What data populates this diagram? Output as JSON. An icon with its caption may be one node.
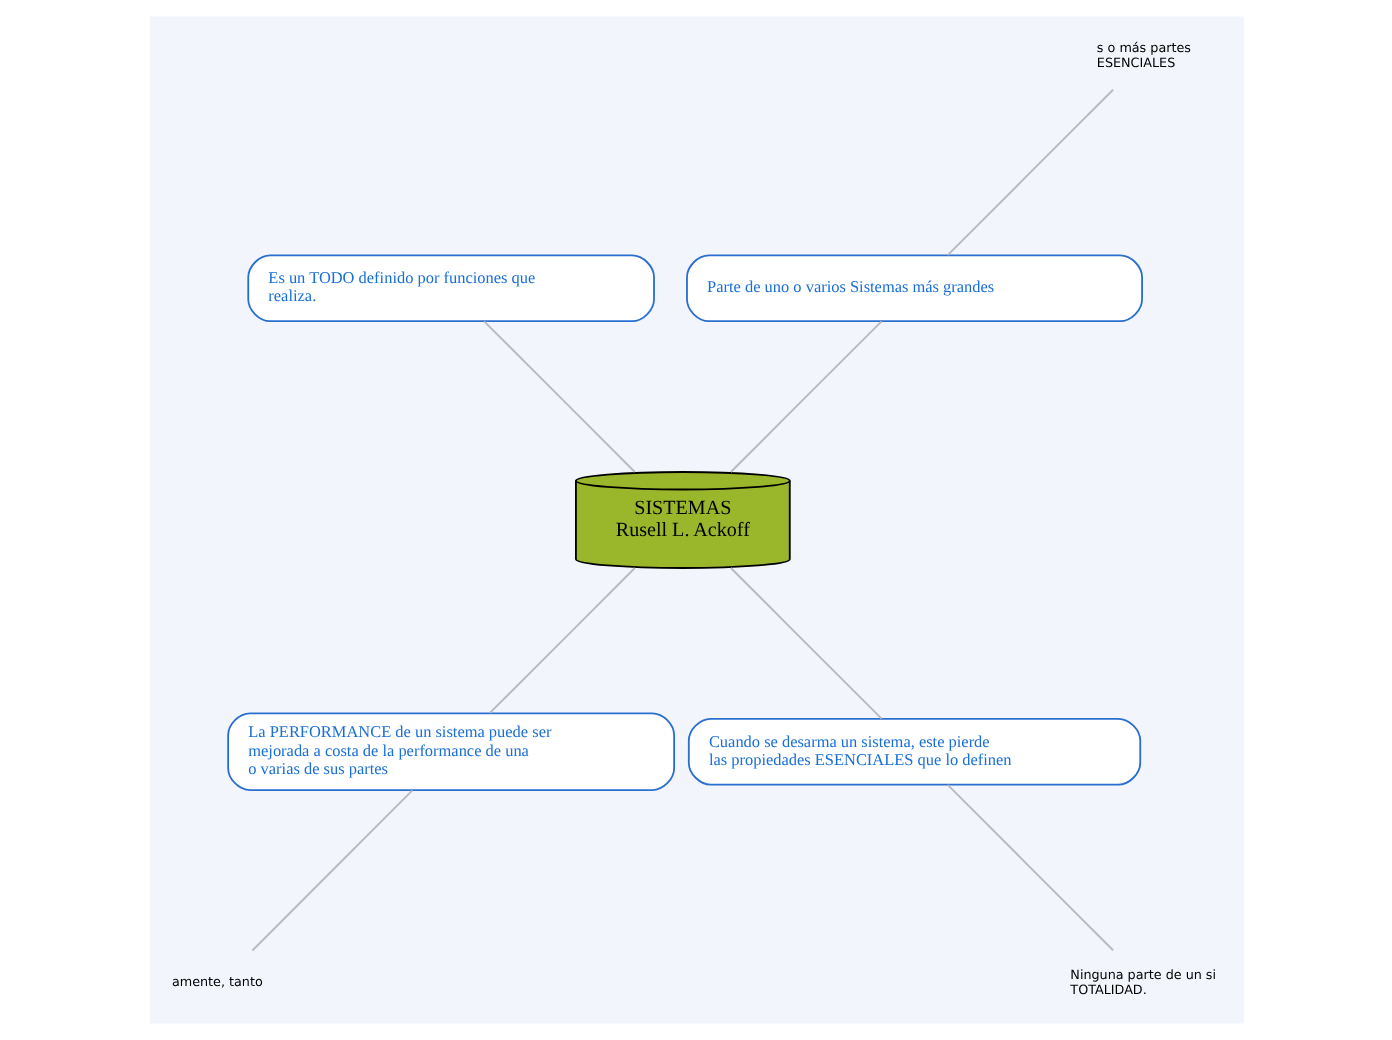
{
  "diagram": {
    "nodes": [
      {
        "text": [
          "SISTEMAS",
          "Rusell L. Ackoff"
        ]
      },
      {
        "text": [
          "Parte de uno o varios Sistemas más grandes"
        ]
      },
      {
        "text": [
          "Es un TODO definido por funciones que realiza."
        ]
      },
      {
        "text": [
          "La PERFORMANCE de un sistema puede ser mejorada a costa de la performance de una o varias de sus partes"
        ]
      },
      {
        "text": [
          "Cuando se desarma un sistema, este pierde las propiedades ESENCIALES que lo definen"
        ]
      },
      {
        "text": [
          "s o más partes ESENCIALES"
        ]
      },
      {
        "text": [
          "amente, tanto"
        ]
      },
      {
        "text": [
          "Ninguna parte de un si TOTALIDAD."
        ]
      }
    ],
    "edges": [
      {
        "from": 0,
        "to": 1,
        "arrow": "none"
      },
      {
        "from": 0,
        "to": 2,
        "arrow": "none"
      },
      {
        "from": 0,
        "to": 3,
        "arrow": "none"
      },
      {
        "from": 0,
        "to": 4,
        "arrow": "none"
      },
      {
        "from": 1,
        "to": 5,
        "arrow": "none"
      },
      {
        "from": 3,
        "to": 6,
        "arrow": "none"
      },
      {
        "from": 4,
        "to": 7,
        "arrow": "none"
      }
    ]
  }
}
